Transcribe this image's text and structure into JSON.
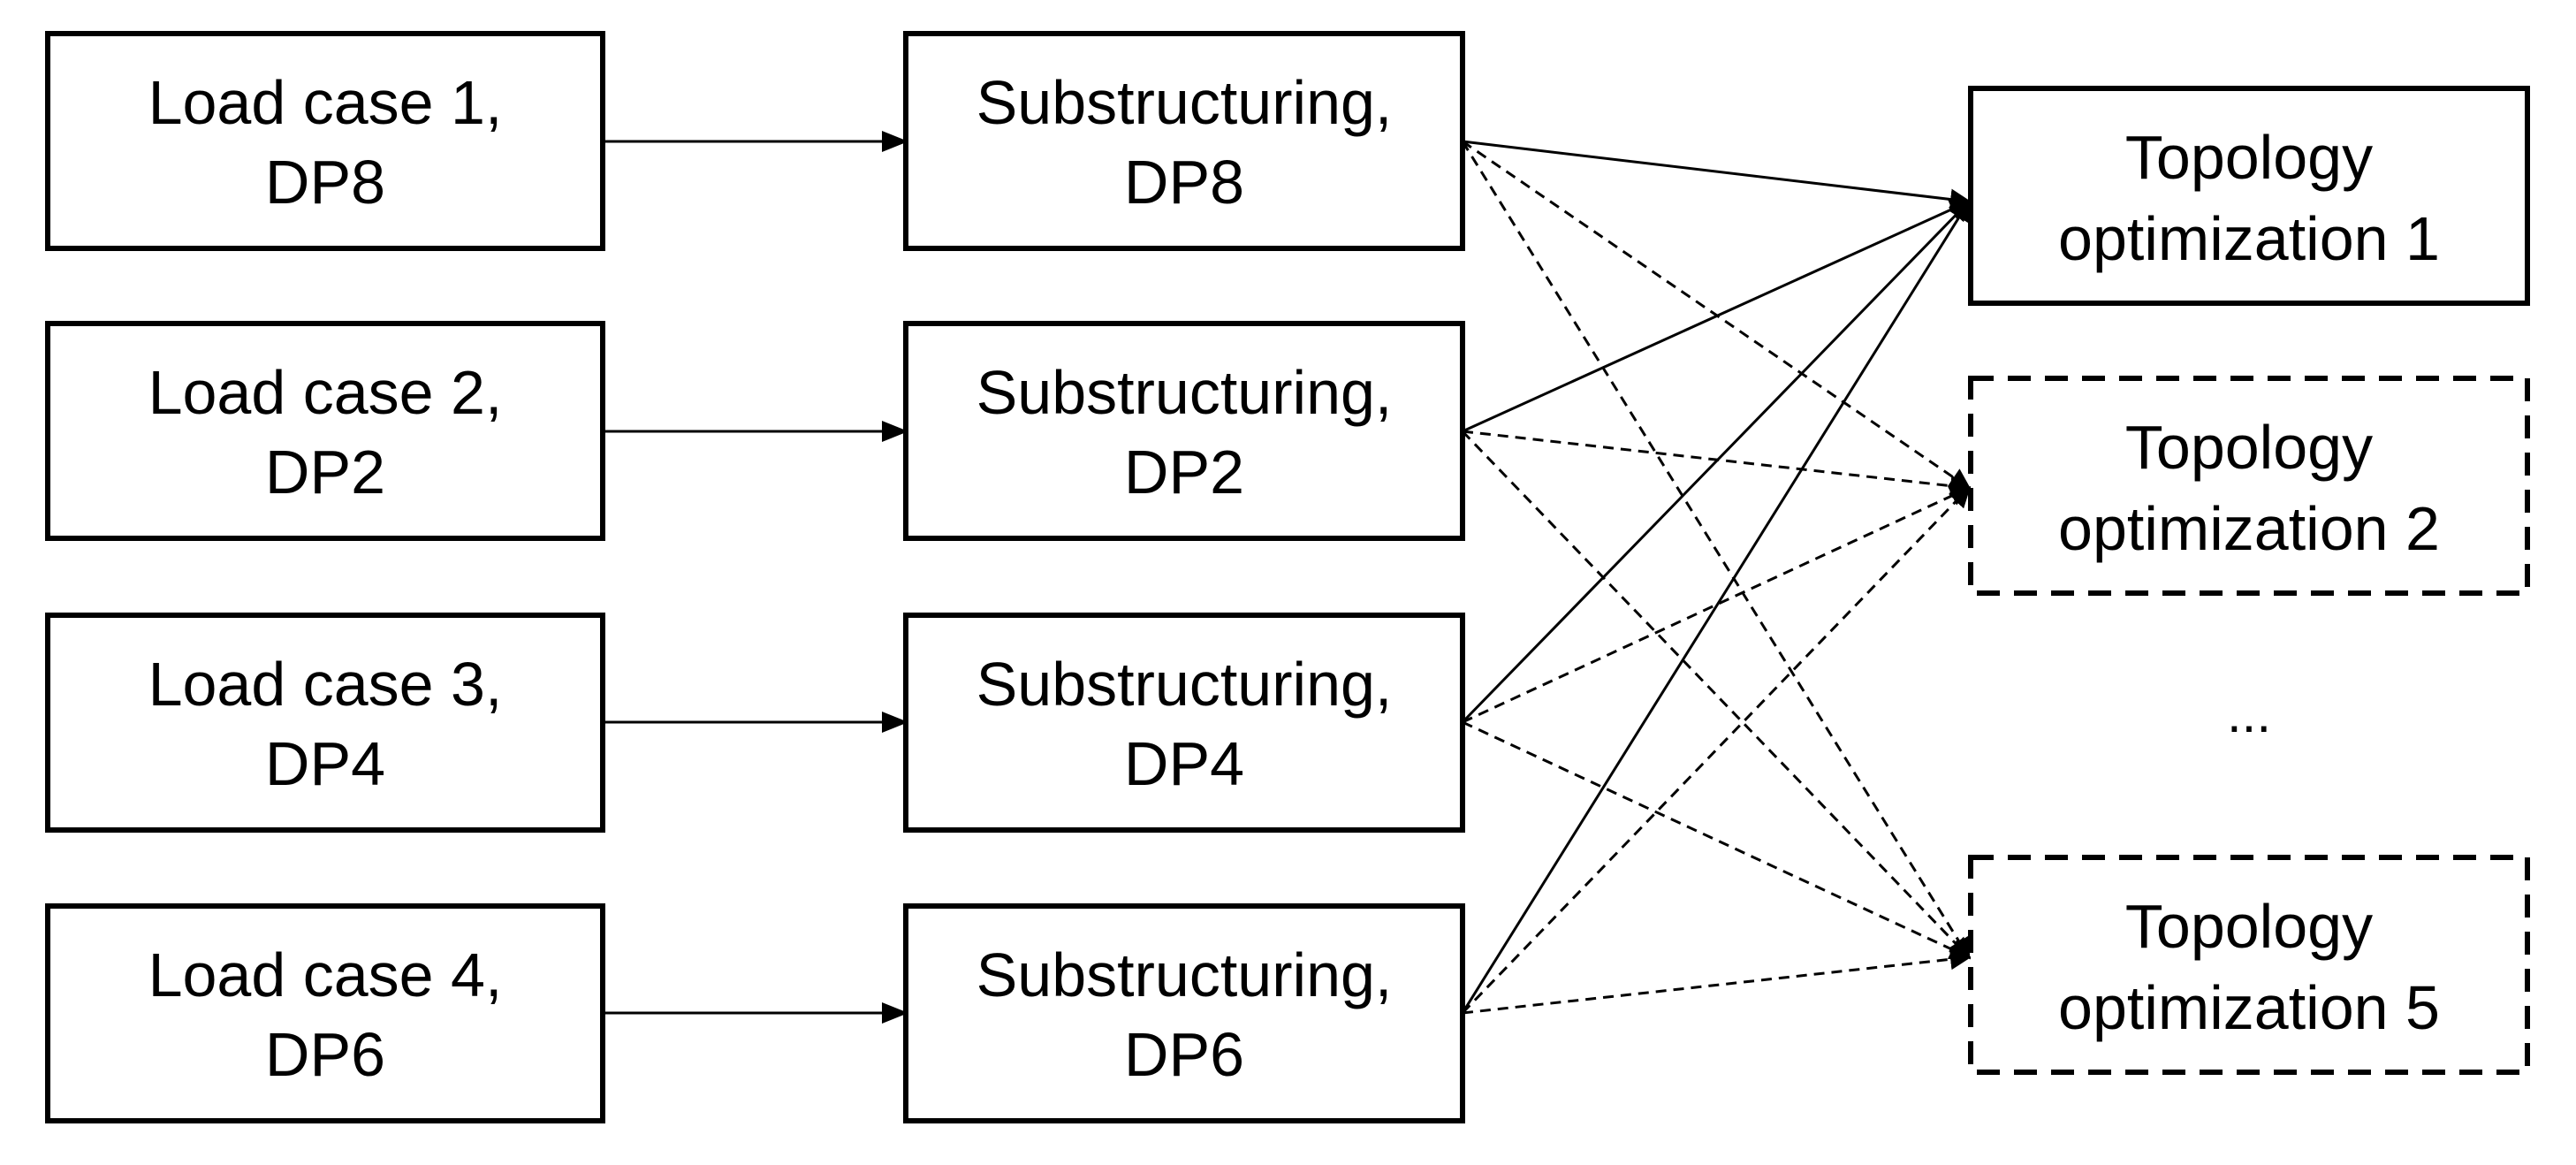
{
  "load_cases": [
    {
      "line1": "Load case 1,",
      "line2": "DP8"
    },
    {
      "line1": "Load case 2,",
      "line2": "DP2"
    },
    {
      "line1": "Load case 3,",
      "line2": "DP4"
    },
    {
      "line1": "Load case 4,",
      "line2": "DP6"
    }
  ],
  "substructuring": [
    {
      "line1": "Substructuring,",
      "line2": "DP8"
    },
    {
      "line1": "Substructuring,",
      "line2": "DP2"
    },
    {
      "line1": "Substructuring,",
      "line2": "DP4"
    },
    {
      "line1": "Substructuring,",
      "line2": "DP6"
    }
  ],
  "topology": [
    {
      "line1": "Topology",
      "line2": "optimization 1",
      "style": "solid"
    },
    {
      "line1": "Topology",
      "line2": "optimization 2",
      "style": "dashed"
    },
    {
      "line1": "Topology",
      "line2": "optimization 5",
      "style": "dashed"
    }
  ],
  "ellipsis": "...",
  "connections": [
    {
      "from": "load_cases.0",
      "to": "substructuring.0",
      "style": "solid"
    },
    {
      "from": "load_cases.1",
      "to": "substructuring.1",
      "style": "solid"
    },
    {
      "from": "load_cases.2",
      "to": "substructuring.2",
      "style": "solid"
    },
    {
      "from": "load_cases.3",
      "to": "substructuring.3",
      "style": "solid"
    },
    {
      "from": "substructuring.0",
      "to": "topology.0",
      "style": "solid"
    },
    {
      "from": "substructuring.1",
      "to": "topology.0",
      "style": "solid"
    },
    {
      "from": "substructuring.2",
      "to": "topology.0",
      "style": "solid"
    },
    {
      "from": "substructuring.3",
      "to": "topology.0",
      "style": "solid"
    },
    {
      "from": "substructuring.0",
      "to": "topology.1",
      "style": "dashed"
    },
    {
      "from": "substructuring.1",
      "to": "topology.1",
      "style": "dashed"
    },
    {
      "from": "substructuring.2",
      "to": "topology.1",
      "style": "dashed"
    },
    {
      "from": "substructuring.3",
      "to": "topology.1",
      "style": "dashed"
    },
    {
      "from": "substructuring.0",
      "to": "topology.2",
      "style": "dashed"
    },
    {
      "from": "substructuring.1",
      "to": "topology.2",
      "style": "dashed"
    },
    {
      "from": "substructuring.2",
      "to": "topology.2",
      "style": "dashed"
    },
    {
      "from": "substructuring.3",
      "to": "topology.2",
      "style": "dashed"
    }
  ]
}
